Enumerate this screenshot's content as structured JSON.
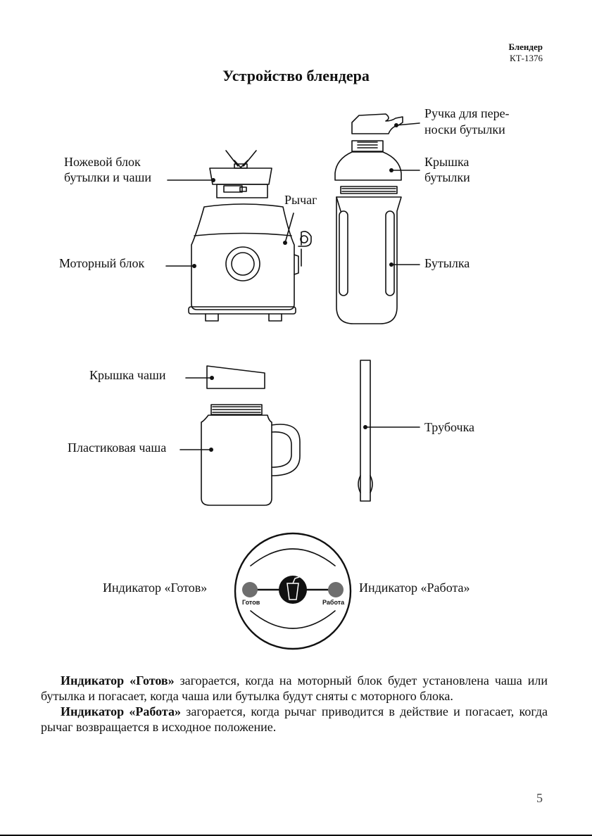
{
  "header": {
    "product": "Блендер",
    "model": "КТ-1376"
  },
  "title": "Устройство блендера",
  "labels": {
    "blade_unit_1": "Ножевой блок",
    "blade_unit_2": "бутылки и чаши",
    "lever": "Рычаг",
    "motor_unit": "Моторный блок",
    "handle_1": "Ручка для пере-",
    "handle_2": "носки бутылки",
    "bottle_lid_1": "Крышка",
    "bottle_lid_2": "бутылки",
    "bottle": "Бутылка",
    "cup_lid": "Крышка чаши",
    "cup": "Пластиковая чаша",
    "straw": "Трубочка",
    "ready_indicator": "Индикатор «Готов»",
    "work_indicator": "Индикатор «Работа»"
  },
  "panel": {
    "ready_label": "Готов",
    "work_label": "Работа"
  },
  "description": {
    "p1_bold": "Индикатор «Готов»",
    "p1_rest": " загорается, когда на моторный блок будет установлена чаша или бутылка и погасает, когда чаша или бутылка будут сняты с моторного блока.",
    "p2_bold": "Индикатор «Работа»",
    "p2_rest": " загорается, когда рычаг приводится в действие и погасает, когда рычаг возвращается в исходное положение."
  },
  "page_number": "5",
  "colors": {
    "ink": "#111111",
    "indicator": "#6e6e6e",
    "page_number": "#444444"
  }
}
